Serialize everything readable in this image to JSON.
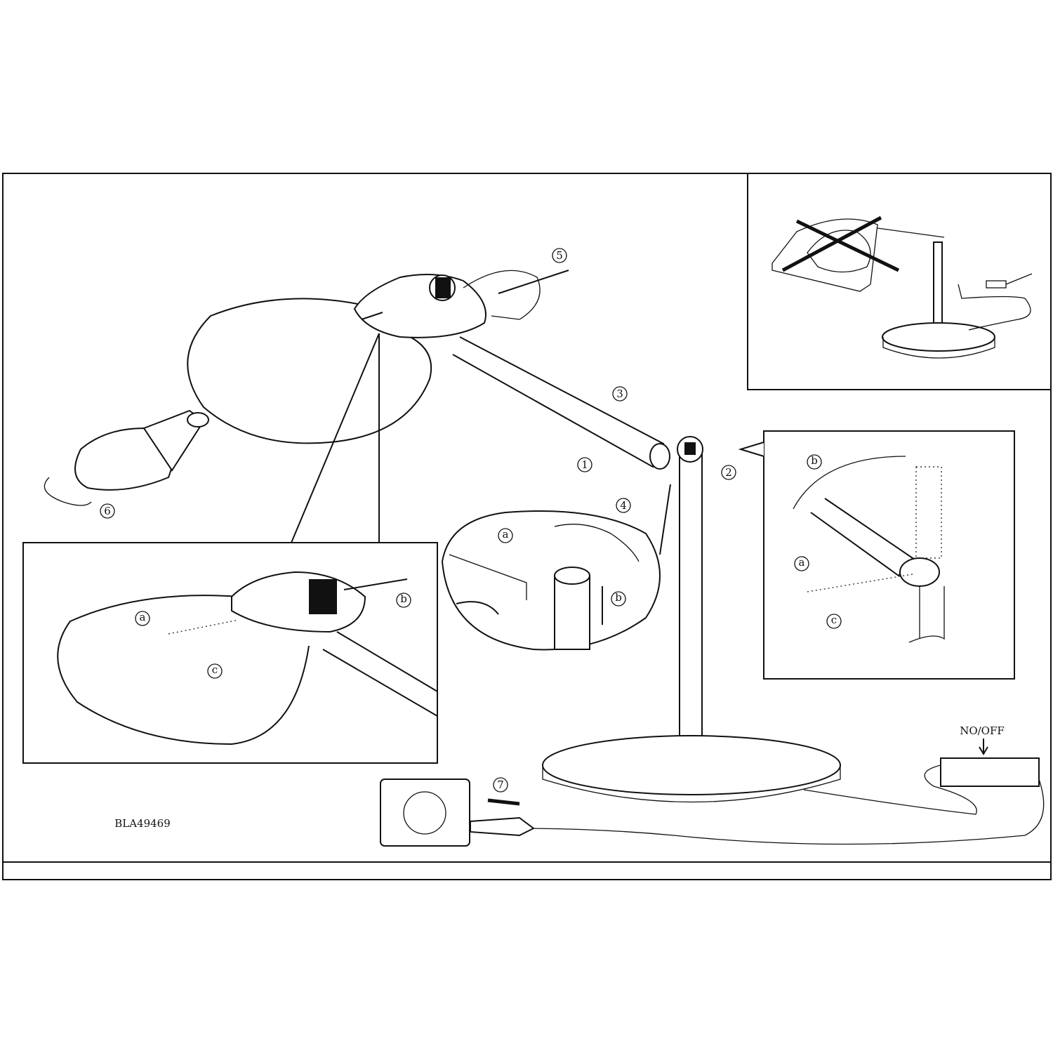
{
  "model_code": "BLA49469",
  "switch_label": "NO/OFF",
  "steps": [
    "1",
    "2",
    "3",
    "4",
    "5",
    "6",
    "7"
  ],
  "inset_left": {
    "a": "a",
    "b": "b",
    "c": "c"
  },
  "inset_circle": {
    "a": "a",
    "b": "b"
  },
  "inset_right": {
    "a": "a",
    "b": "b",
    "c": "c"
  }
}
